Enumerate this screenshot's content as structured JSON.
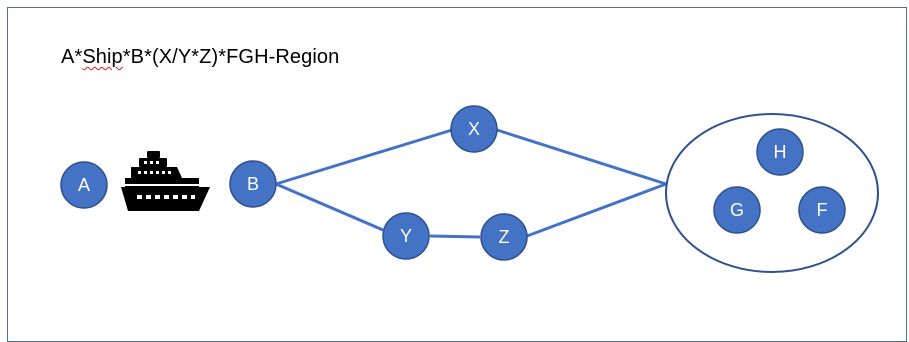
{
  "title": {
    "prefix": "A*",
    "underlined": "Ship",
    "suffix": "*B*(X/Y*Z)*FGH-Region"
  },
  "nodes": {
    "a": "A",
    "b": "B",
    "x": "X",
    "y": "Y",
    "z": "Z",
    "h": "H",
    "g": "G",
    "f": "F"
  },
  "icons": {
    "ship": "ship-icon"
  },
  "colors": {
    "node_fill": "#4472c4",
    "node_stroke": "#2f528f",
    "edge": "#4472c4",
    "region_stroke": "#2f528f",
    "frame_border": "#4e6f95",
    "spellcheck_underline": "#d92020"
  }
}
